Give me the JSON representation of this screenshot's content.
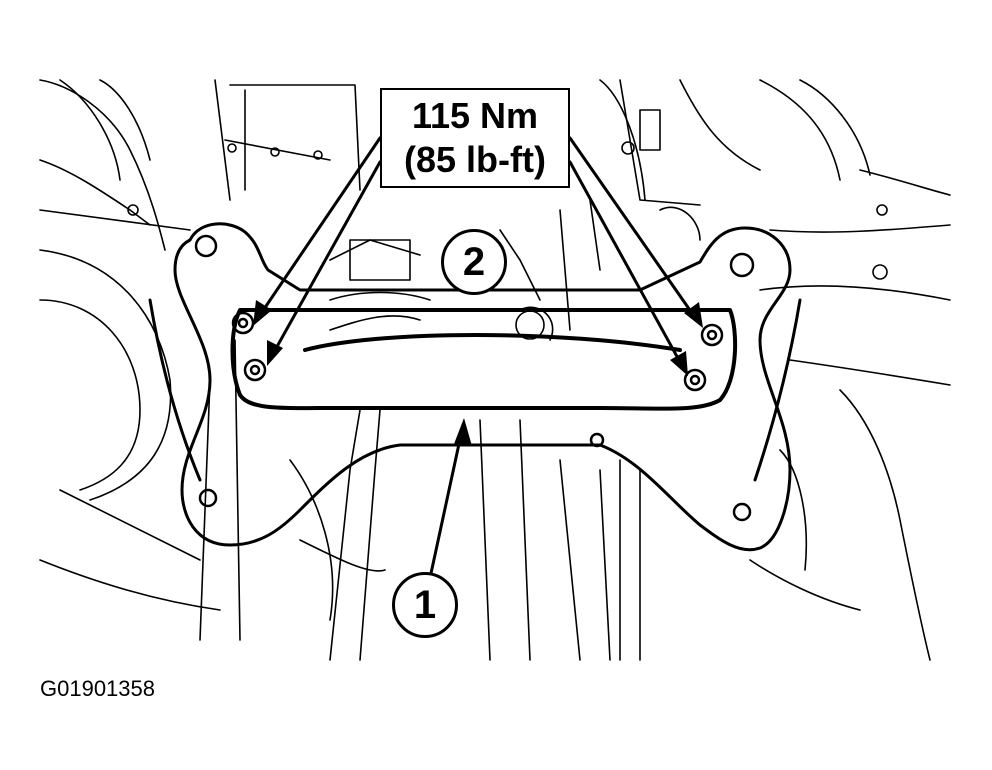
{
  "torque_spec": {
    "metric": "115 Nm",
    "imperial": "(85 lb-ft)"
  },
  "callouts": [
    {
      "id": "crossmember",
      "number": "1"
    },
    {
      "id": "bolts",
      "number": "2"
    }
  ],
  "figure_id": "G01901358",
  "colors": {
    "line": "#000000",
    "background": "#ffffff"
  }
}
